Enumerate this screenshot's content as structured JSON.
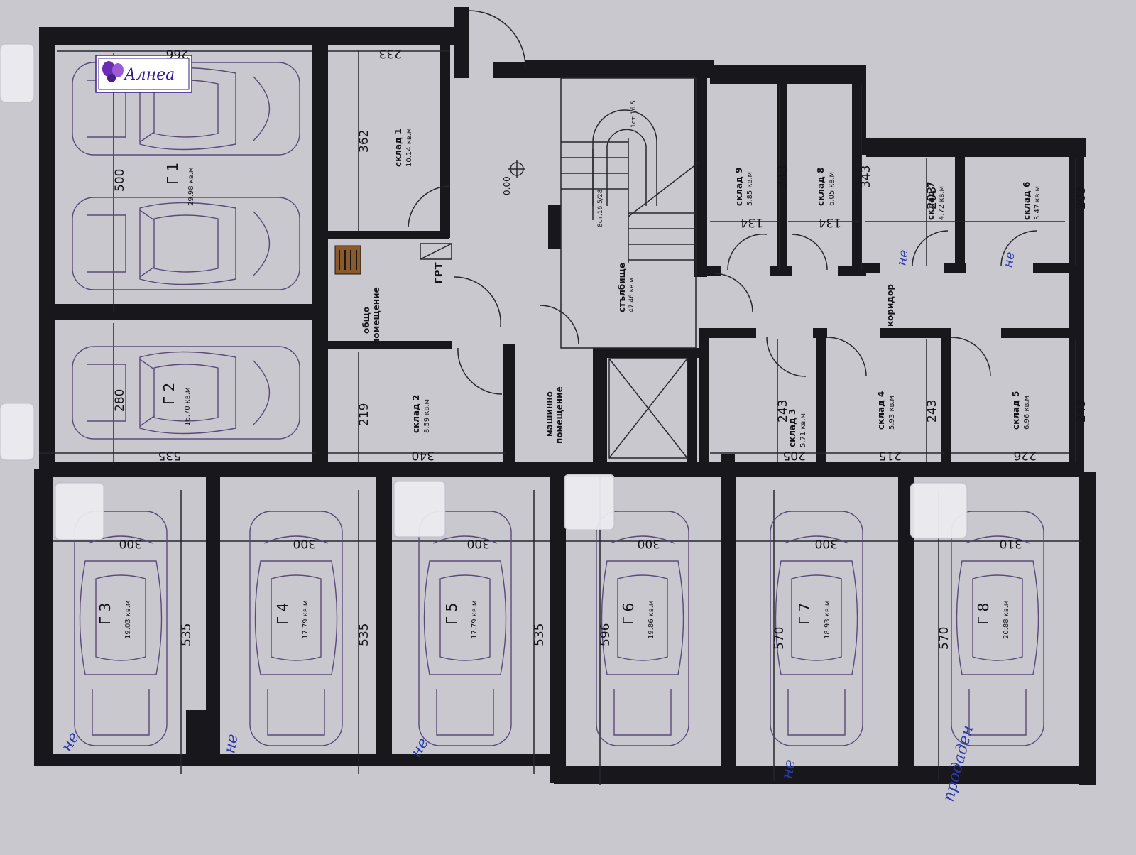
{
  "logo": {
    "text": "Алнеа"
  },
  "colors": {
    "paper": "#c9c8cf",
    "wall": "#17171c",
    "line": "#26262e",
    "car": "#5a4a78",
    "pen": "#2a3aa8"
  },
  "garages": [
    {
      "id": "g1",
      "label": "Г 1",
      "area": "29.98 кв.м"
    },
    {
      "id": "g2",
      "label": "Г 2",
      "area": "16.70 кв.м"
    },
    {
      "id": "g3",
      "label": "Г 3",
      "area": "19.03 кв.м"
    },
    {
      "id": "g4",
      "label": "Г 4",
      "area": "17.79 кв.м"
    },
    {
      "id": "g5",
      "label": "Г 5",
      "area": "17.79 кв.м"
    },
    {
      "id": "g6",
      "label": "Г 6",
      "area": "19.86 кв.м"
    },
    {
      "id": "g7",
      "label": "Г 7",
      "area": "18.93 кв.м"
    },
    {
      "id": "g8",
      "label": "Г 8",
      "area": "20.88 кв.м"
    }
  ],
  "storages": [
    {
      "id": "s1",
      "label": "склад 1",
      "area": "10.14 кв.м"
    },
    {
      "id": "s2",
      "label": "склад 2",
      "area": "8.59 кв.м"
    },
    {
      "id": "s3",
      "label": "склад 3",
      "area": "5.71 кв.м"
    },
    {
      "id": "s4",
      "label": "склад 4",
      "area": "5.93 кв.м"
    },
    {
      "id": "s5",
      "label": "склад 5",
      "area": "6.96 кв.м"
    },
    {
      "id": "s6",
      "label": "склад 6",
      "area": "5.47 кв.м"
    },
    {
      "id": "s7",
      "label": "склад 7",
      "area": "4.72 кв.м"
    },
    {
      "id": "s8",
      "label": "склад 8",
      "area": "6.05 кв.м"
    },
    {
      "id": "s9",
      "label": "склад 9",
      "area": "5.85 кв.м"
    }
  ],
  "rooms": {
    "common": {
      "label1": "общо",
      "label2": "помещение"
    },
    "machine": {
      "label1": "машинно",
      "label2": "помещение"
    },
    "stairs": {
      "label": "стълбище",
      "area": "47.46 кв.м",
      "flight1": "1ст.16.5",
      "flight2": "8ст.16.5/28"
    },
    "corridor": {
      "label": "коридор"
    },
    "grt": {
      "label": "ГРТ"
    },
    "level": {
      "label": "0.00"
    }
  },
  "dimensions": {
    "d233": "233",
    "d266": "266",
    "d362": "362",
    "d500": "500",
    "d280": "280",
    "d535a": "535",
    "d219": "219",
    "d340": "340",
    "d343a": "343",
    "d343b": "343",
    "d134a": "134",
    "d134b": "134",
    "d203a": "203",
    "d203b": "203",
    "d243a": "243",
    "d243b": "243",
    "d243c": "243",
    "d205": "205",
    "d215": "215",
    "d226": "226",
    "d300a": "300",
    "d300b": "300",
    "d300c": "300",
    "d300d": "300",
    "d300e": "300",
    "d310": "310",
    "d535b": "535",
    "d535c": "535",
    "d535d": "535",
    "d596": "596",
    "d570a": "570",
    "d570b": "570"
  },
  "handwriting": {
    "ne": "не",
    "sold": "продаден"
  }
}
